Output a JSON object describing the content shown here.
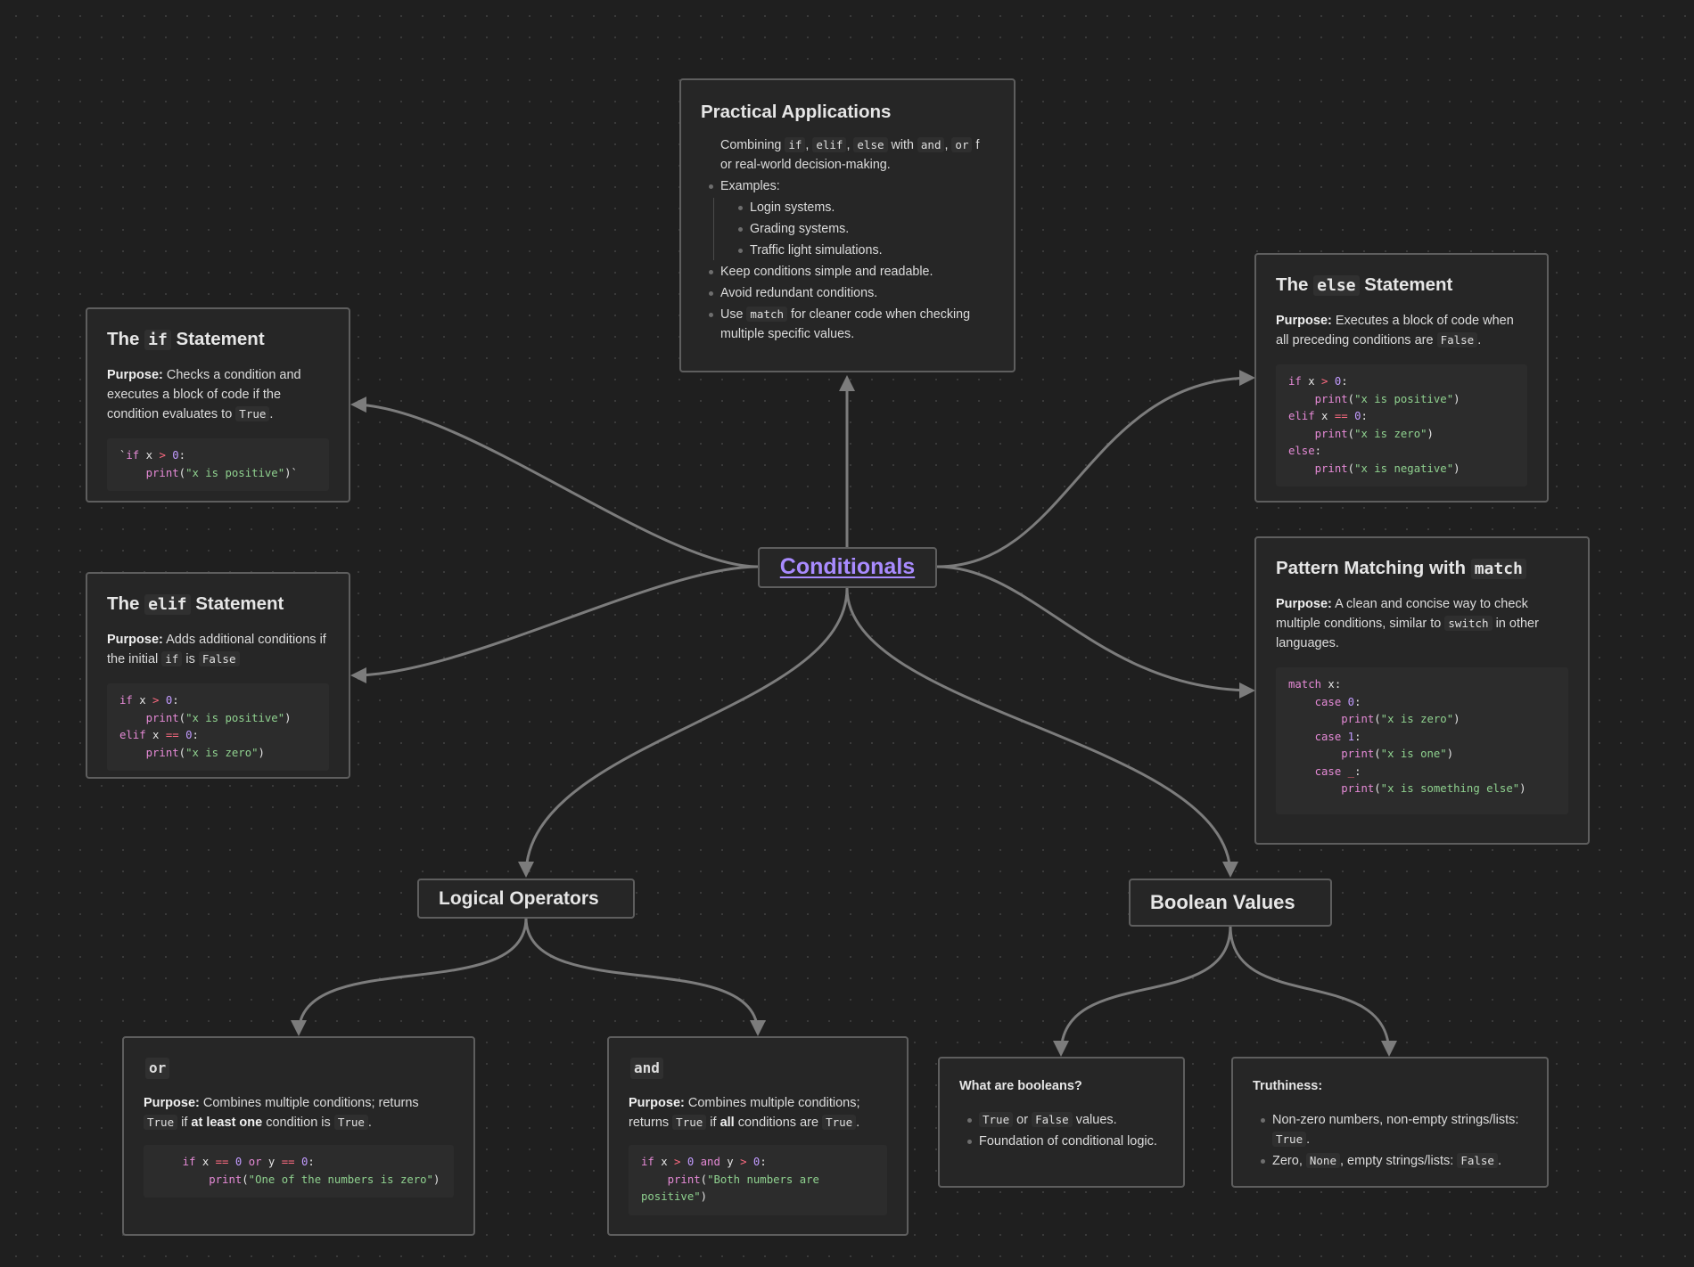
{
  "center": {
    "title": "Conditionals"
  },
  "practical": {
    "title": "Practical Applications",
    "b1_pre": "Combining ",
    "b1_c1": "if",
    "b1_sep1": ", ",
    "b1_c2": "elif",
    "b1_sep2": ", ",
    "b1_c3": "else",
    "b1_mid": " with ",
    "b1_c4": "and",
    "b1_sep3": ", ",
    "b1_c5": "or",
    "b1_post": " f",
    "b1_line2": "or real-world decision-making.",
    "b2": "Examples:",
    "sub": [
      "Login systems.",
      "Grading systems.",
      "Traffic light simulations."
    ],
    "b3": "Keep conditions simple and readable.",
    "b4": "Avoid redundant conditions.",
    "b5_pre": "Use ",
    "b5_code": "match",
    "b5_post": " for cleaner code when checking multiple specific values."
  },
  "if_node": {
    "title_pre": "The ",
    "title_code": "if",
    "title_post": " Statement",
    "purpose_label": "Purpose:",
    "purpose_text": " Checks a condition and executes a block of code if the condition evaluates to ",
    "purpose_code": "True",
    "purpose_end": ".",
    "code": [
      "`if x > 0:",
      "    print(\"x is positive\")`"
    ]
  },
  "elif_node": {
    "title_pre": "The ",
    "title_code": "elif",
    "title_post": " Statement",
    "purpose_label": "Purpose:",
    "purpose_text": " Adds additional conditions if the initial ",
    "purpose_code1": "if",
    "purpose_mid": " is ",
    "purpose_code2": "False",
    "code": [
      "if x > 0:",
      "    print(\"x is positive\")",
      "elif x == 0:",
      "    print(\"x is zero\")"
    ]
  },
  "else_node": {
    "title_pre": "The ",
    "title_code": "else",
    "title_post": " Statement",
    "purpose_label": "Purpose:",
    "purpose_text": " Executes a block of code when all preceding conditions are ",
    "purpose_code": "False",
    "purpose_end": ".",
    "code": [
      "if x > 0:",
      "    print(\"x is positive\")",
      "elif x == 0:",
      "    print(\"x is zero\")",
      "else:",
      "    print(\"x is negative\")"
    ]
  },
  "match_node": {
    "title_pre": "Pattern Matching with ",
    "title_code": "match",
    "purpose_label": "Purpose:",
    "purpose_text": " A clean and concise way to check multiple conditions, similar to ",
    "purpose_code": "switch",
    "purpose_end": " in other languages.",
    "code": [
      "match x:",
      "    case 0:",
      "        print(\"x is zero\")",
      "    case 1:",
      "        print(\"x is one\")",
      "    case _:",
      "        print(\"x is something else\")"
    ]
  },
  "logical": {
    "title": "Logical Operators"
  },
  "boolean": {
    "title": "Boolean Values"
  },
  "or_node": {
    "title": "or",
    "purpose_label": "Purpose:",
    "purpose_text": " Combines multiple conditions; returns ",
    "purpose_code1": "True",
    "purpose_mid": " if ",
    "purpose_bold": "at least one",
    "purpose_mid2": " condition is ",
    "purpose_code2": "True",
    "purpose_end": ".",
    "code": "    if x == 0 or y == 0:\n        print(\"One of the numbers is zero\")"
  },
  "and_node": {
    "title": "and",
    "purpose_label": "Purpose:",
    "purpose_text": " Combines multiple conditions; returns ",
    "purpose_code1": "True",
    "purpose_mid": " if ",
    "purpose_bold": "all",
    "purpose_mid2": " conditions are ",
    "purpose_code2": "True",
    "purpose_end": ".",
    "code": "if x > 0 and y > 0:\n    print(\"Both numbers are positive\")"
  },
  "what_bool": {
    "title": "What are booleans?",
    "b1_c1": "True",
    "b1_mid": " or ",
    "b1_c2": "False",
    "b1_post": " values.",
    "b2": "Foundation of conditional logic."
  },
  "truthiness": {
    "title": "Truthiness:",
    "b1_pre": "Non-zero numbers, non-empty strings/lists: ",
    "b1_code": "True",
    "b1_post": ".",
    "b2_pre": "Zero, ",
    "b2_code1": "None",
    "b2_mid": ", empty strings/lists: ",
    "b2_code2": "False",
    "b2_post": "."
  },
  "colors": {
    "background": "#1f1f1f",
    "node_border": "#5e5e5e",
    "edge": "#7c7c7c",
    "link": "#a98bff",
    "keyword": "#e58ad6",
    "operator": "#ff6b82",
    "number": "#c29bff",
    "string": "#8fd18f"
  }
}
